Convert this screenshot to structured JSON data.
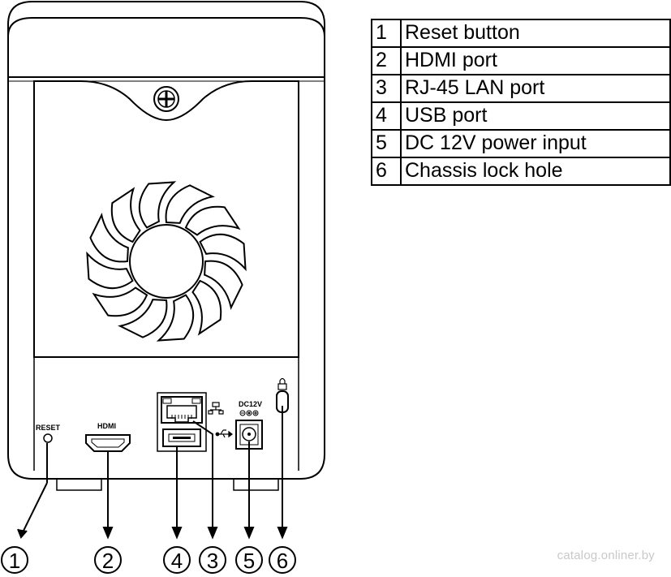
{
  "legend": [
    {
      "number": "1",
      "label": "Reset button"
    },
    {
      "number": "2",
      "label": "HDMI port"
    },
    {
      "number": "3",
      "label": "RJ-45 LAN port"
    },
    {
      "number": "4",
      "label": "USB port"
    },
    {
      "number": "5",
      "label": "DC 12V power input"
    },
    {
      "number": "6",
      "label": "Chassis lock hole"
    }
  ],
  "device_labels": {
    "reset": "RESET",
    "hdmi": "HDMI",
    "dc": "DC12V"
  },
  "callouts": [
    "1",
    "2",
    "4",
    "3",
    "5",
    "6"
  ],
  "watermark": "catalog.onliner.by"
}
